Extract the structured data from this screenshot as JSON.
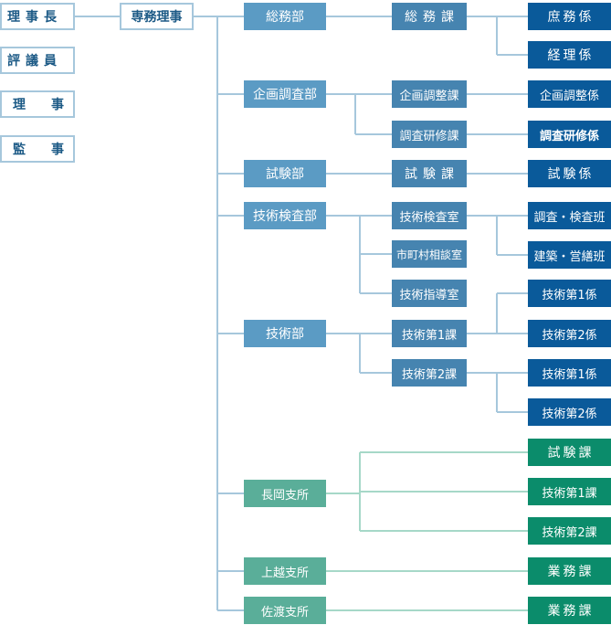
{
  "executives": {
    "chief": "理事長",
    "councilors": "評議員",
    "directors": "理　　事",
    "auditors": "監　　事",
    "managing_director": "専務理事"
  },
  "general_affairs": {
    "dept": "総務部",
    "section": "総務課",
    "units": [
      "庶務係",
      "経理係"
    ]
  },
  "planning": {
    "dept": "企画調査部",
    "sections": [
      "企画調整課",
      "調査研修課"
    ],
    "units": [
      "企画調整係",
      "調査研修係"
    ]
  },
  "testing": {
    "dept": "試験部",
    "section": "試験課",
    "unit": "試験係"
  },
  "inspection": {
    "dept": "技術検査部",
    "rooms": [
      "技術検査室",
      "市町村相談室",
      "技術指導室"
    ],
    "teams": [
      "調査・検査班",
      "建築・営繕班"
    ]
  },
  "engineering": {
    "dept": "技術部",
    "sections": [
      "技術第1課",
      "技術第2課"
    ],
    "units_1": [
      "技術第1係",
      "技術第2係"
    ],
    "units_2": [
      "技術第1係",
      "技術第2係"
    ]
  },
  "nagaoka": {
    "office": "長岡支所",
    "sections": [
      "試験課",
      "技術第1課",
      "技術第2課"
    ]
  },
  "joetsu": {
    "office": "上越支所",
    "section": "業務課"
  },
  "sado": {
    "office": "佐渡支所",
    "section": "業務課"
  },
  "colors": {
    "blue_line": "#a6c7dc",
    "green_line": "#a6d8c8",
    "dept_blue": "#5b9bc4",
    "section_blue": "#4684b0",
    "unit_navy": "#0a5a9a",
    "office_green": "#5aae99",
    "section_green": "#0b8c6b"
  }
}
